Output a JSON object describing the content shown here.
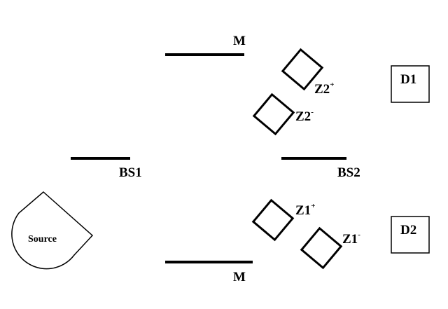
{
  "labels": {
    "mirror_top": "M",
    "mirror_bottom": "M",
    "bs1": "BS1",
    "bs2": "BS2",
    "source": "Source",
    "d1": "D1",
    "d2": "D2",
    "z2_plus": "Z2",
    "z2_plus_sup": "+",
    "z2_minus": "Z2",
    "z2_minus_sup": "-",
    "z1_plus": "Z1",
    "z1_plus_sup": "+",
    "z1_minus": "Z1",
    "z1_minus_sup": "-"
  },
  "colors": {
    "stroke": "#000000",
    "background": "#ffffff"
  }
}
